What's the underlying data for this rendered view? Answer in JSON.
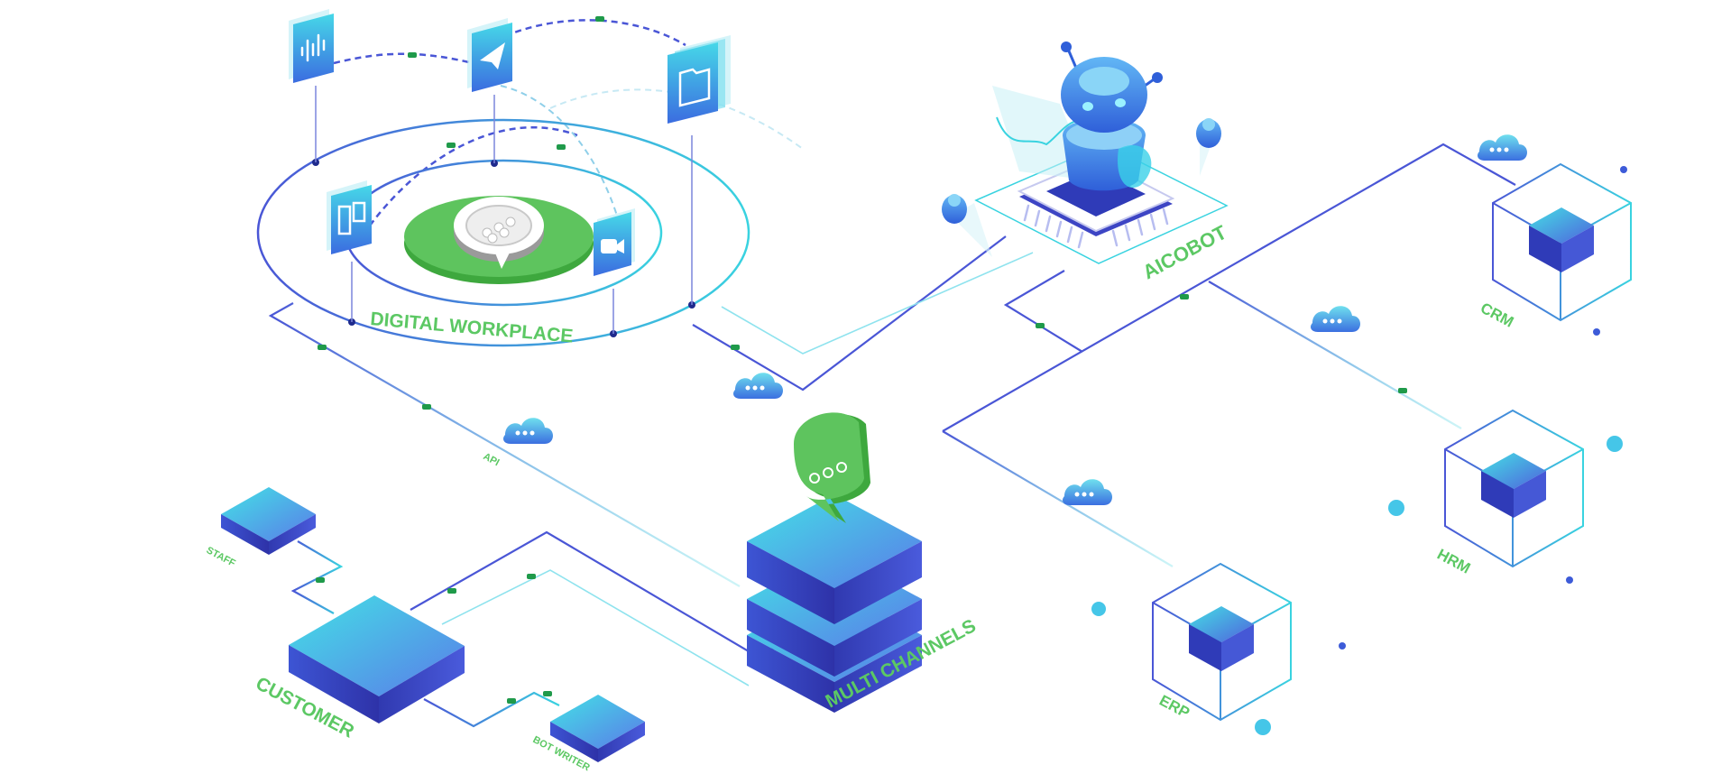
{
  "labels": {
    "digital_workplace": "DIGITAL WORKPLACE",
    "aicobot": "AICOBOT",
    "crm": "CRM",
    "hrm": "HRM",
    "erp": "ERP",
    "multi_channels": "MULTI CHANNELS",
    "customer": "CUSTOMER",
    "staff": "STAFF",
    "bot_writer": "BOT WRITER",
    "api": "API"
  },
  "colors": {
    "label_green": "#5cc864",
    "line_indigo": "#4a56d6",
    "line_cyan": "#39d3e0",
    "hub_green": "#5ec45e",
    "block_top": "#3fd7e3",
    "block_side": "#3b3fc2"
  },
  "icons": [
    "audio-wave-icon",
    "paper-plane-icon",
    "folder-stack-icon",
    "kanban-board-icon",
    "video-camera-icon",
    "chat-bubble-icon",
    "cloud-icon",
    "robot-icon",
    "cpu-chip-icon",
    "connector-plug-icon"
  ]
}
